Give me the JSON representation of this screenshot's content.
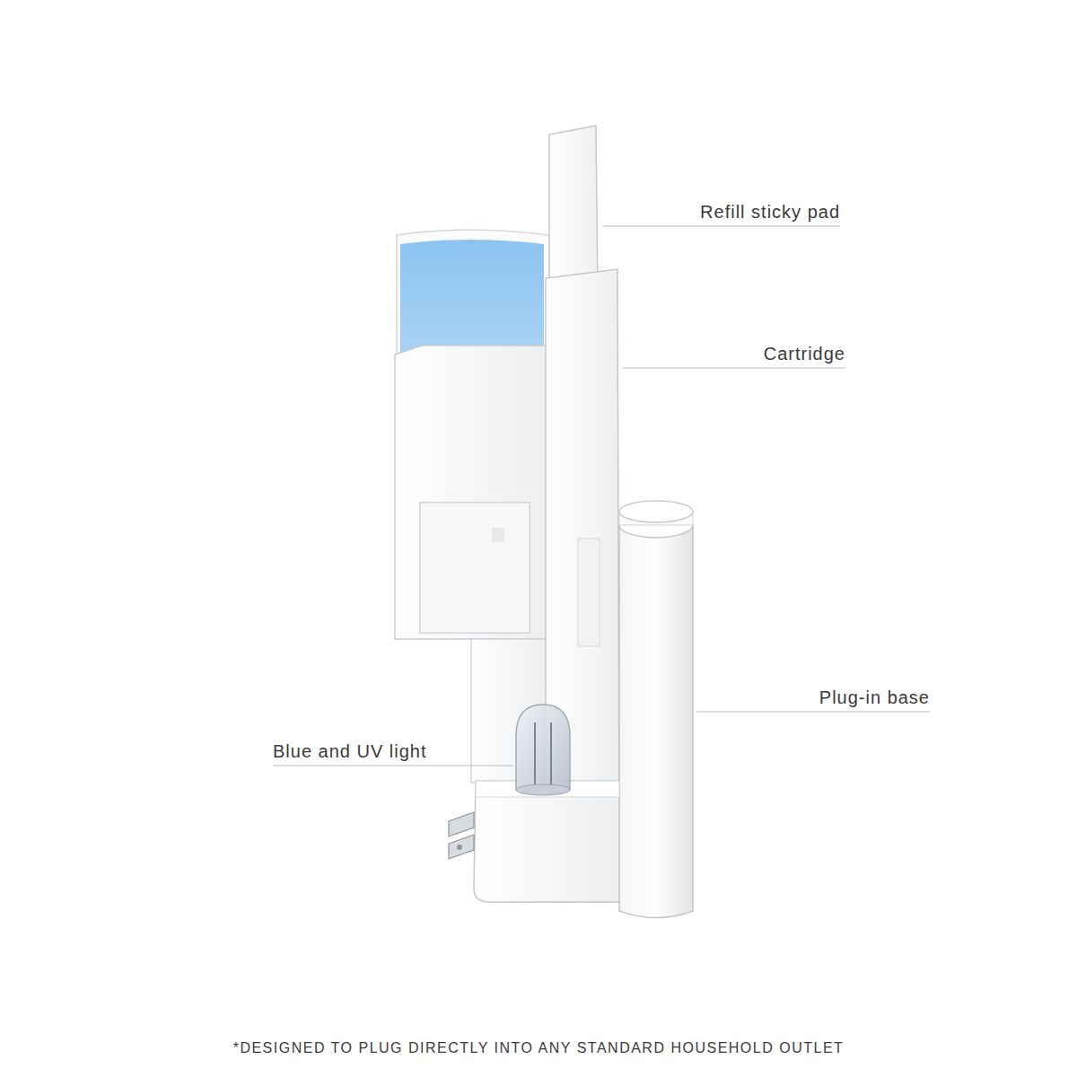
{
  "diagram": {
    "caption": "*DESIGNED TO PLUG DIRECTLY INTO ANY STANDARD HOUSEHOLD OUTLET",
    "labels": [
      "Refill sticky pad",
      "Cartridge",
      "Plug-in base",
      "Blue and UV light"
    ]
  }
}
